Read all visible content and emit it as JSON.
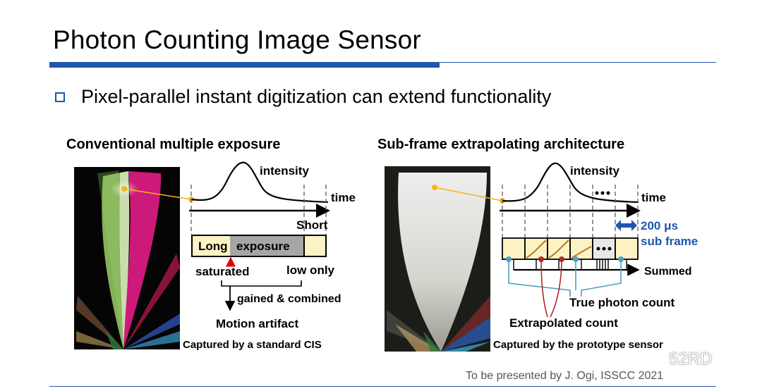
{
  "title": "Photon Counting Image Sensor",
  "bullet": "Pixel-parallel instant digitization can extend functionality",
  "left": {
    "heading": "Conventional multiple exposure",
    "intensity": "intensity",
    "time": "time",
    "short": "Short",
    "long": "Long",
    "exposure": "exposure",
    "saturated": "saturated",
    "low_only": "low only",
    "gained": "gained & combined",
    "motion": "Motion artifact",
    "caption": "Captured by a standard CIS"
  },
  "right": {
    "heading": "Sub-frame extrapolating architecture",
    "intensity": "intensity",
    "time": "time",
    "period": "200 μs",
    "subframe": "sub frame",
    "summed": "Summed",
    "true_count": "True photon count",
    "extrapolated": "Extrapolated count",
    "caption": "Captured by the prototype sensor"
  },
  "footer": "To be presented by J. Ogi, ISSCC 2021",
  "watermark": "52RD",
  "colors": {
    "accent": "#1f56b0",
    "exposure_fill": "#fdf2c4",
    "exposure_gray": "#a6a6a6",
    "marker": "#f2b619",
    "true_count_line": "#4d9fc3",
    "extrapolated_line": "#b0282a"
  }
}
